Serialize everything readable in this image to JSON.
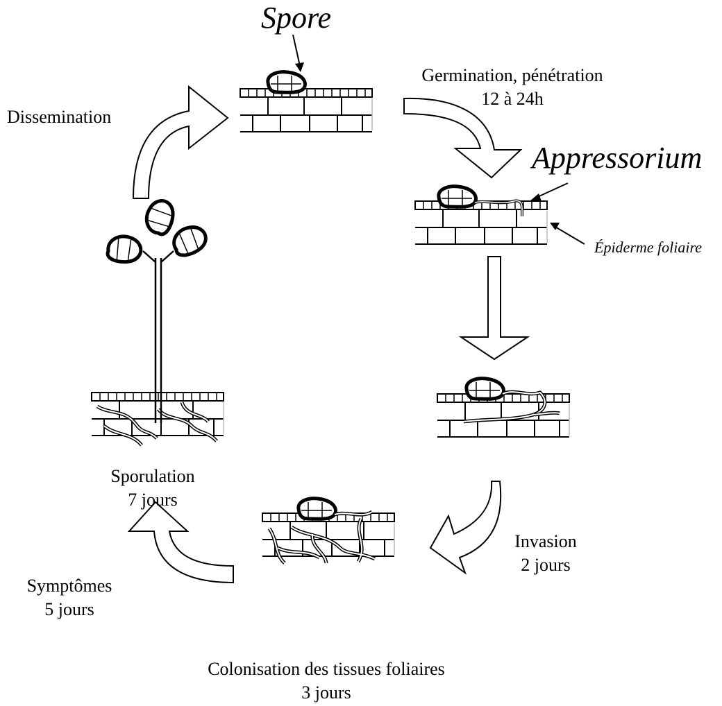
{
  "labels": {
    "spore": "Spore",
    "germination": "Germination, pénétration",
    "germination_time": "12 à 24h",
    "appressorium": "Appressorium",
    "epiderme": "Épiderme foliaire",
    "invasion": "Invasion",
    "invasion_time": "2 jours",
    "colonisation": "Colonisation des tissues foliaires",
    "colonisation_time": "3 jours",
    "symptomes": "Symptômes",
    "symptomes_time": "5 jours",
    "sporulation": "Sporulation",
    "sporulation_time": "7 jours",
    "dissemination": "Dissemination"
  }
}
